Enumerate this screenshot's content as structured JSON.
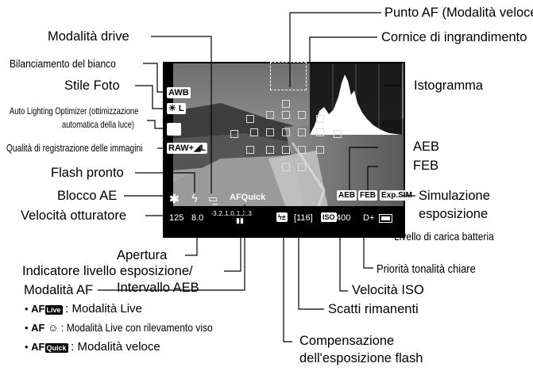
{
  "labels": {
    "punto_af": "Punto AF (Modalità veloce)",
    "cornice": "Cornice di ingrandimento",
    "drive": "Modalità drive",
    "bilanciamento": "Bilanciamento del bianco",
    "stile": "Stile Foto",
    "alo_line1": "Auto Lighting Optimizer (ottimizzazione",
    "alo_line2": "automatica della luce)",
    "qualita": "Qualità di registrazione delle immagini",
    "flash": "Flash pronto",
    "blocco": "Blocco AE",
    "velocita": "Velocità otturatore",
    "istogramma": "Istogramma",
    "aeb": "AEB",
    "feb": "FEB",
    "simulazione_line1": "Simulazione",
    "simulazione_line2": "esposizione",
    "batteria": "Livello di carica batteria",
    "priorita": "Priorità tonalità chiare",
    "iso": "Velocità ISO",
    "scatti": "Scatti rimanenti",
    "comp_line1": "Compensazione",
    "comp_line2": "dell'esposizione flash",
    "apertura": "Apertura",
    "indicatore_line1": "Indicatore livello esposizione/",
    "indicatore_line2": "Intervallo AEB",
    "modalita_af": "Modalità AF"
  },
  "af_modes": [
    {
      "icon": "AF",
      "badge": "Live",
      "text": ": Modalità Live",
      "name": "af-live-icon"
    },
    {
      "icon": "AF ☺",
      "badge": "",
      "text": ": Modalità Live con rilevamento viso",
      "name": "af-face-icon"
    },
    {
      "icon": "AF",
      "badge": "Quick",
      "text": ": Modalità veloce",
      "name": "af-quick-icon"
    }
  ],
  "screen": {
    "awb": "AWB",
    "picture_style": "L",
    "raw": "RAW+",
    "af_quick": "AFQuick",
    "aeb": "AEB",
    "feb": "FEB",
    "exp_sim": "Exp.SIM",
    "shutter": "125",
    "aperture": "8.0",
    "scale": "-3..2..1..0..1..2..3",
    "shots": "[116]",
    "iso_badge": "ISO",
    "iso": "400",
    "d_plus": "D+"
  }
}
